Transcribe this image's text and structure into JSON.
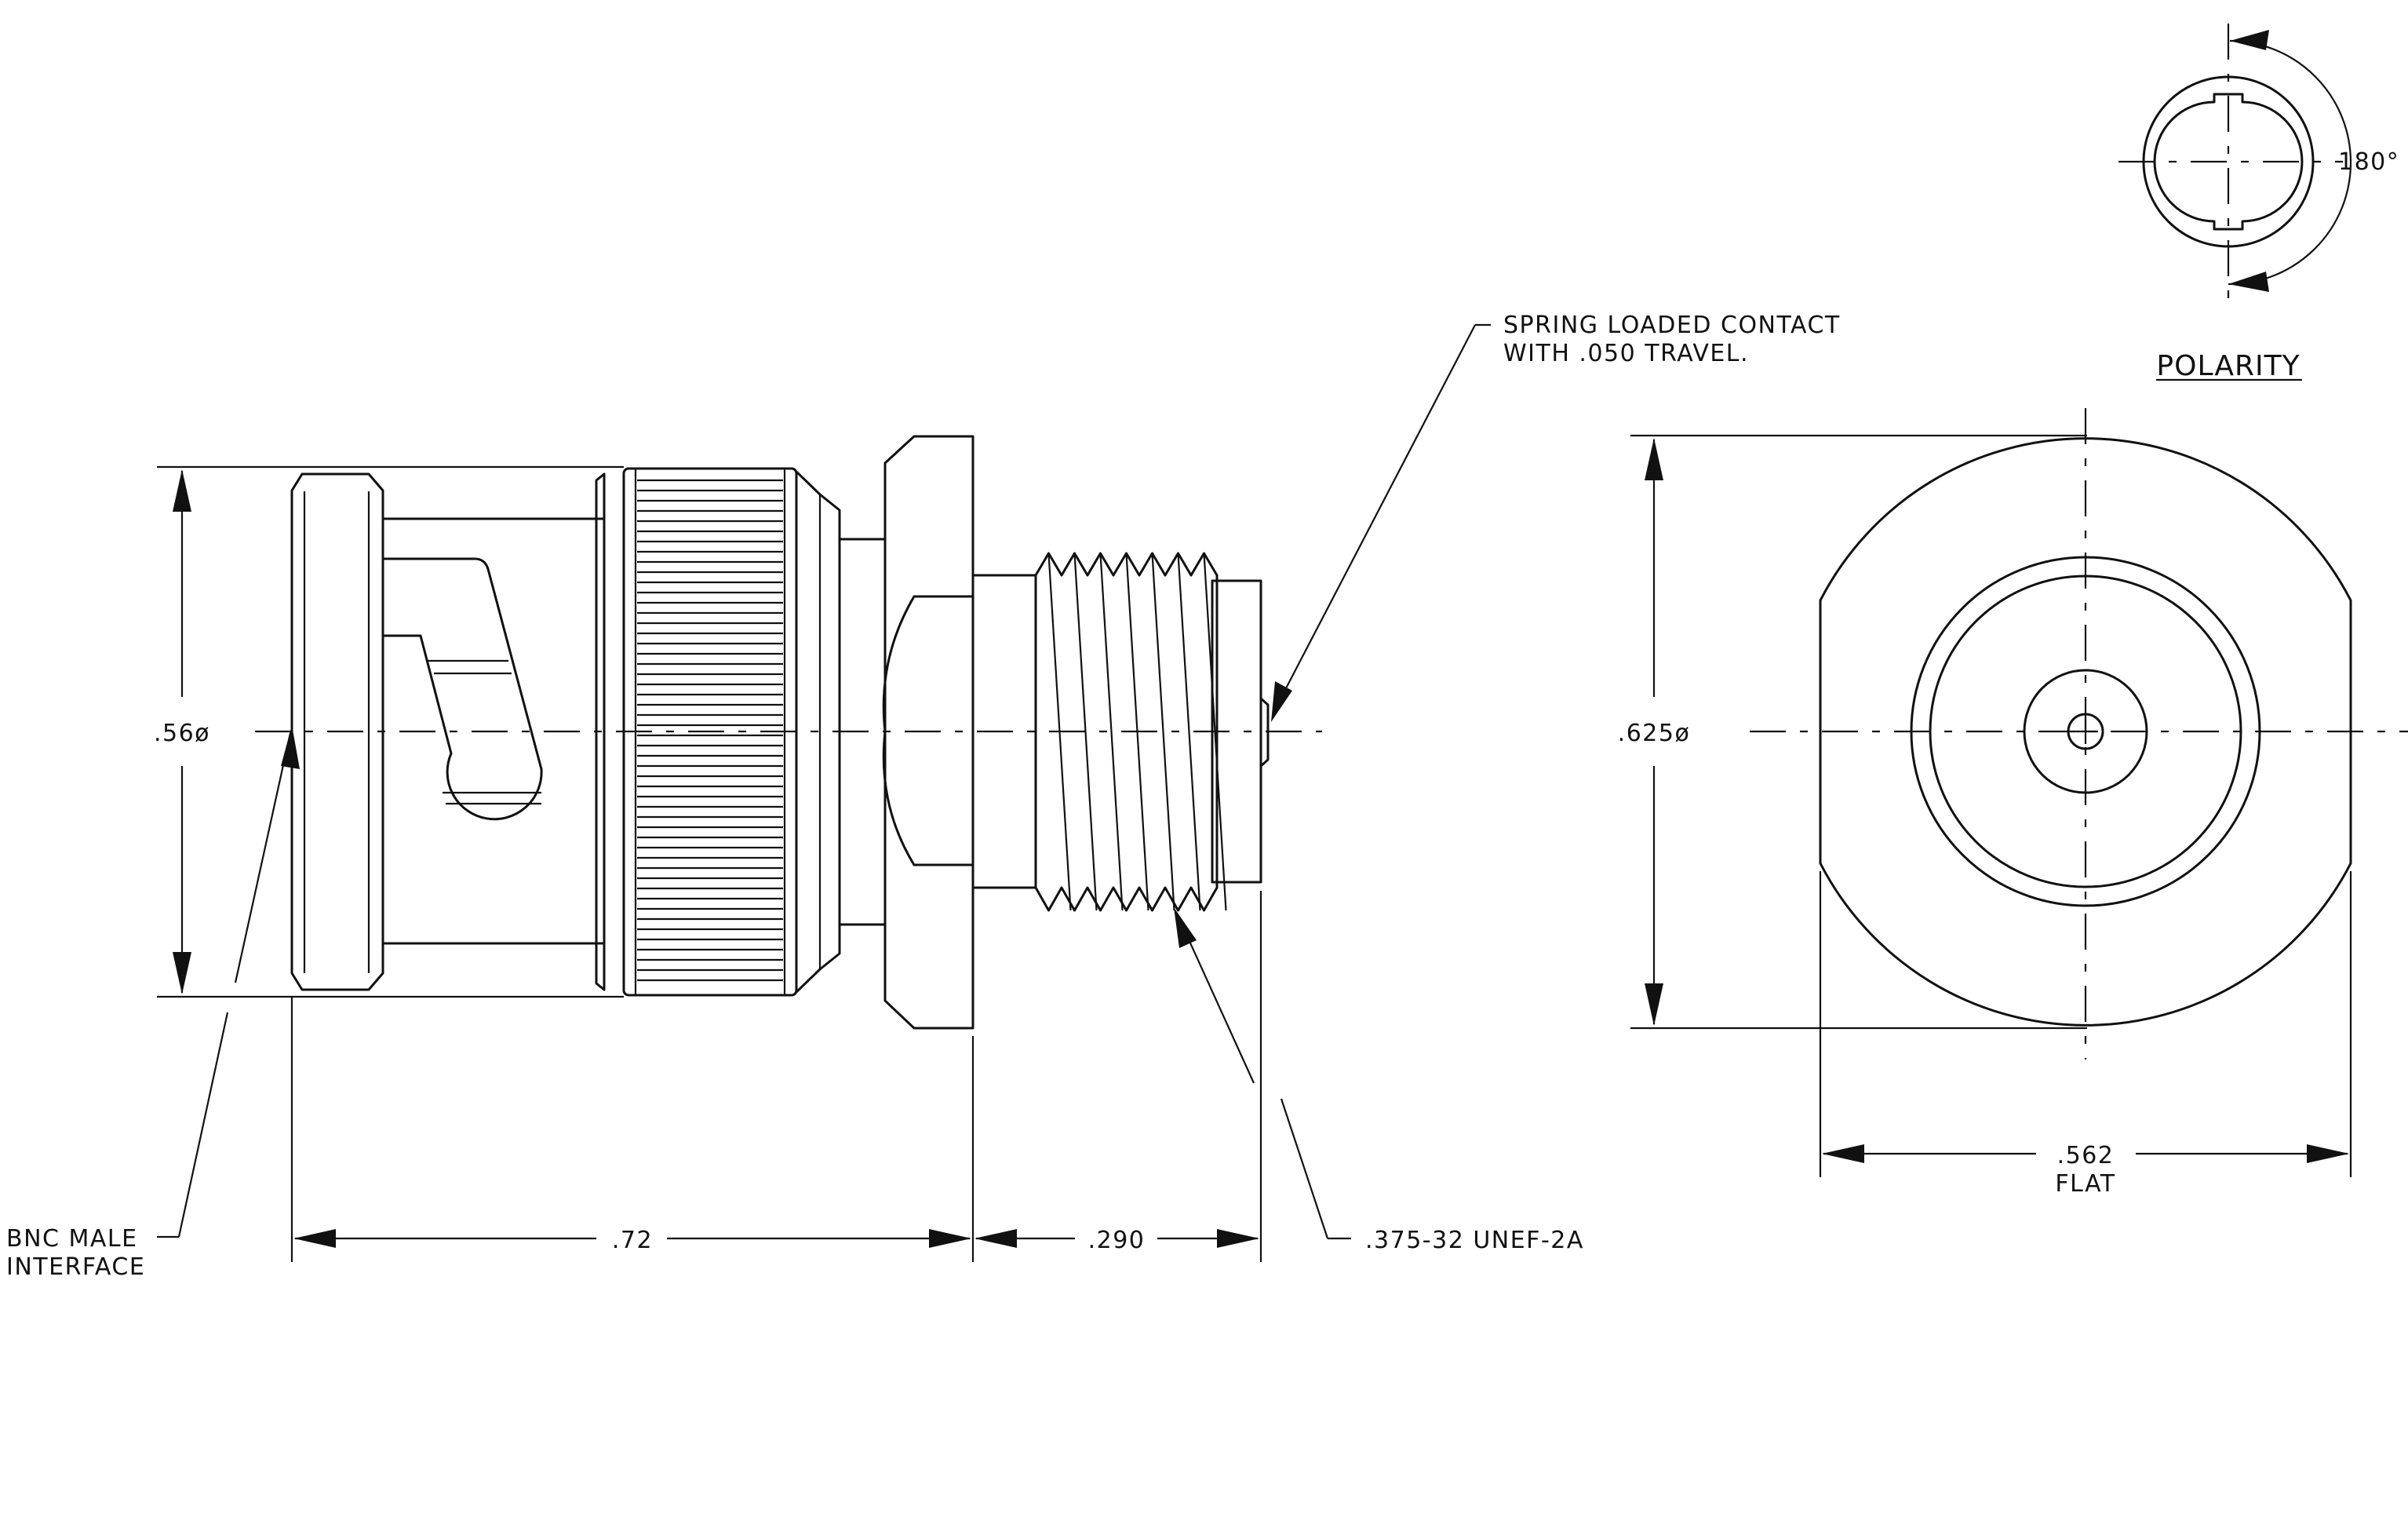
{
  "notes": {
    "spring_line1": "SPRING LOADED CONTACT",
    "spring_line2": "WITH .050 TRAVEL.",
    "bnc_line1": "BNC MALE",
    "bnc_line2": "INTERFACE",
    "thread": ".375-32 UNEF-2A"
  },
  "dimensions": {
    "diameter_side": ".56ø",
    "length_total": ".72",
    "length_thread": ".290",
    "diameter_front": ".625ø",
    "flat_value": ".562",
    "flat_label": "FLAT",
    "polarity_angle": "180°"
  },
  "titles": {
    "polarity": "POLARITY"
  }
}
